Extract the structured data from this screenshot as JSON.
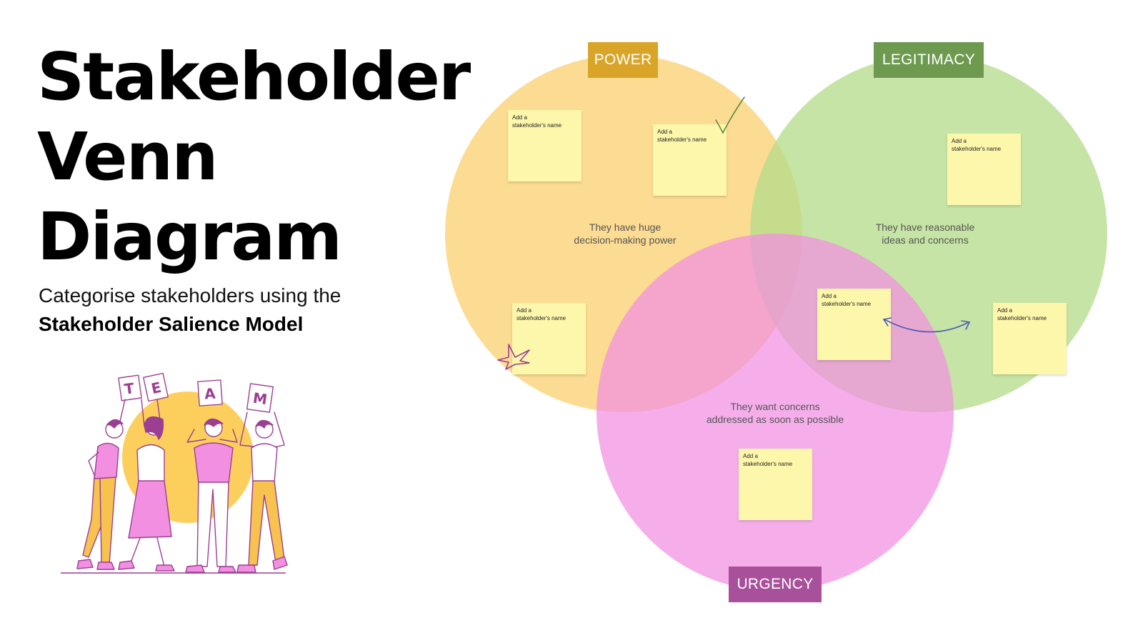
{
  "title": {
    "line1": "Stakeholder",
    "line2": "Venn",
    "line3": "Diagram"
  },
  "subtitle": {
    "text": "Categorise stakeholders using the",
    "bold": "Stakeholder Salience Model"
  },
  "illustration": {
    "letters": [
      "T",
      "E",
      "A",
      "M"
    ]
  },
  "circles": {
    "power": {
      "label": "POWER",
      "description": "They have huge\ndecision-making power",
      "fill": "#fbd57f",
      "label_color": "#d9a528"
    },
    "legitimacy": {
      "label": "LEGITIMACY",
      "description": "They have reasonable\nideas and concerns",
      "fill": "#bfe29a",
      "label_color": "#6e9a4f"
    },
    "urgency": {
      "label": "URGENCY",
      "description": "They want concerns\naddressed as soon as possible",
      "fill": "#f59de6",
      "label_color": "#a8509a"
    }
  },
  "sticky_notes": [
    {
      "text": "Add a\nstakeholder's name"
    },
    {
      "text": "Add a\nstakeholder's name"
    },
    {
      "text": "Add a\nstakeholder's name"
    },
    {
      "text": "Add a\nstakeholder's name"
    },
    {
      "text": "Add a\nstakeholder's name"
    },
    {
      "text": "Add a\nstakeholder's name"
    },
    {
      "text": "Add a\nstakeholder's name"
    }
  ],
  "colors": {
    "sticky": "#fdf7ab",
    "doodle_check": "#5d8a3e",
    "doodle_star": "#9b3f92",
    "doodle_arrow": "#4a5bb8"
  }
}
